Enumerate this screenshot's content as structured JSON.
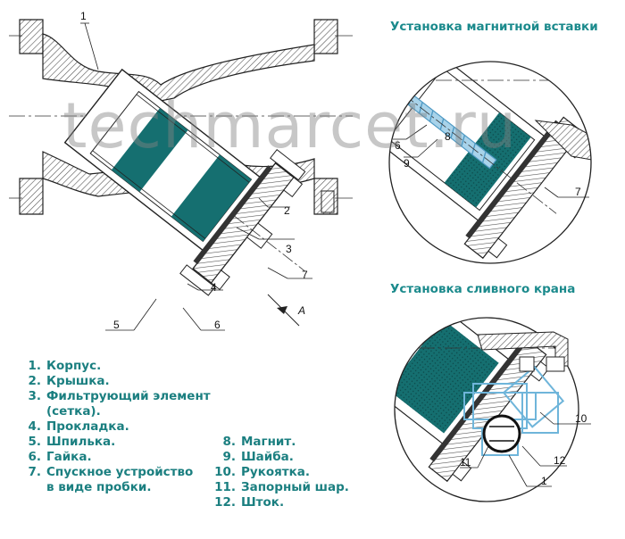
{
  "colors": {
    "teal": "#156f70",
    "teal_dark": "#0f5556",
    "heading": "#1b8a8c",
    "hatch": "#555555",
    "blue": "#7ab8d8"
  },
  "watermark": "techmarcet.ru",
  "headings": {
    "magnet": "Установка магнитной вставки",
    "drain": "Установка сливного крана"
  },
  "legend": {
    "left": [
      {
        "num": "1.",
        "text": "Корпус."
      },
      {
        "num": "2.",
        "text": "Крышка."
      },
      {
        "num": "3.",
        "text": "Фильтрующий элемент",
        "cont": "(сетка)."
      },
      {
        "num": "4.",
        "text": "Прокладка."
      },
      {
        "num": "5.",
        "text": "Шпилька."
      },
      {
        "num": "6.",
        "text": "Гайка."
      },
      {
        "num": "7.",
        "text": "Спускное устройство",
        "cont": "в виде пробки."
      }
    ],
    "right": [
      {
        "num": "8.",
        "text": "Магнит."
      },
      {
        "num": "9.",
        "text": "Шайба."
      },
      {
        "num": "10.",
        "text": "Рукоятка."
      },
      {
        "num": "11.",
        "text": "Запорный шар."
      },
      {
        "num": "12.",
        "text": "Шток."
      }
    ]
  },
  "callouts": {
    "main": [
      "1",
      "2",
      "3",
      "4",
      "5",
      "6",
      "7"
    ],
    "arrow": "A",
    "magnet_detail": [
      "6",
      "9",
      "8",
      "7"
    ],
    "drain_detail": [
      "10",
      "11",
      "12",
      "1"
    ]
  }
}
